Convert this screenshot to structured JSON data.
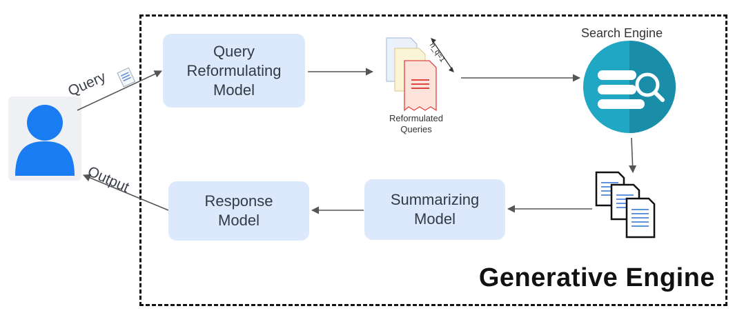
{
  "user": {
    "icon": "user-icon"
  },
  "arrows": {
    "query_label": "Query",
    "output_label": "Output"
  },
  "boxes": {
    "query_reformulating": [
      "Query",
      "Reformulating",
      "Model"
    ],
    "response": [
      "Response",
      "Model"
    ],
    "summarizing": [
      "Summarizing",
      "Model"
    ]
  },
  "reformulated": {
    "label": [
      "Reformulated",
      "Queries"
    ],
    "count_label": "n_q=1"
  },
  "search_engine": {
    "title": "Search Engine",
    "icon": "search-database-icon"
  },
  "generative_engine": {
    "title": "Generative Engine"
  },
  "colors": {
    "box_fill": "#dce8fb",
    "user_blue": "#1a7cf2",
    "search_teal": "#1fa7c4",
    "doc_red": "#e0443b"
  }
}
